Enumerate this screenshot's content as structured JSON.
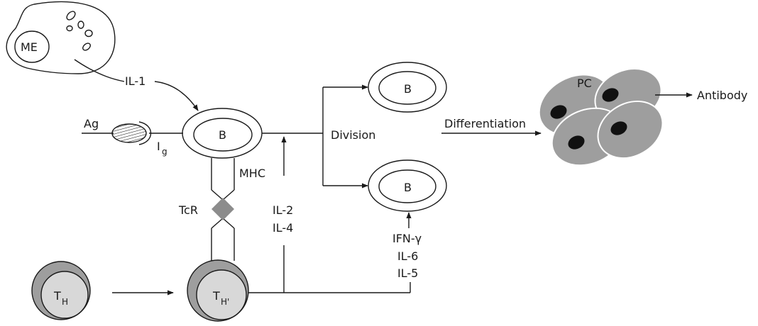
{
  "labels": {
    "me": "ME",
    "il1": "IL-1",
    "ag": "Ag",
    "ig_main": "I",
    "ig_sub": "g",
    "b_center": "B",
    "mhc": "MHC",
    "tcr": "TcR",
    "division": "Division",
    "b_top": "B",
    "b_bottom": "B",
    "il2": "IL-2",
    "il4": "IL-4",
    "ifn": "IFN-γ",
    "il6": "IL-6",
    "il5": "IL-5",
    "differentiation": "Differentiation",
    "pc": "PC",
    "antibody": "Antibody",
    "th_main": "T",
    "th_sub": "H",
    "th2_main": "T",
    "th2_sub": "H'"
  },
  "colors": {
    "line": "#1a1a1a",
    "cell_fill": "#9e9e9e",
    "cell_inner": "#d8d8d8",
    "nucleus": "#111111",
    "diamond": "#8c8c8c"
  }
}
